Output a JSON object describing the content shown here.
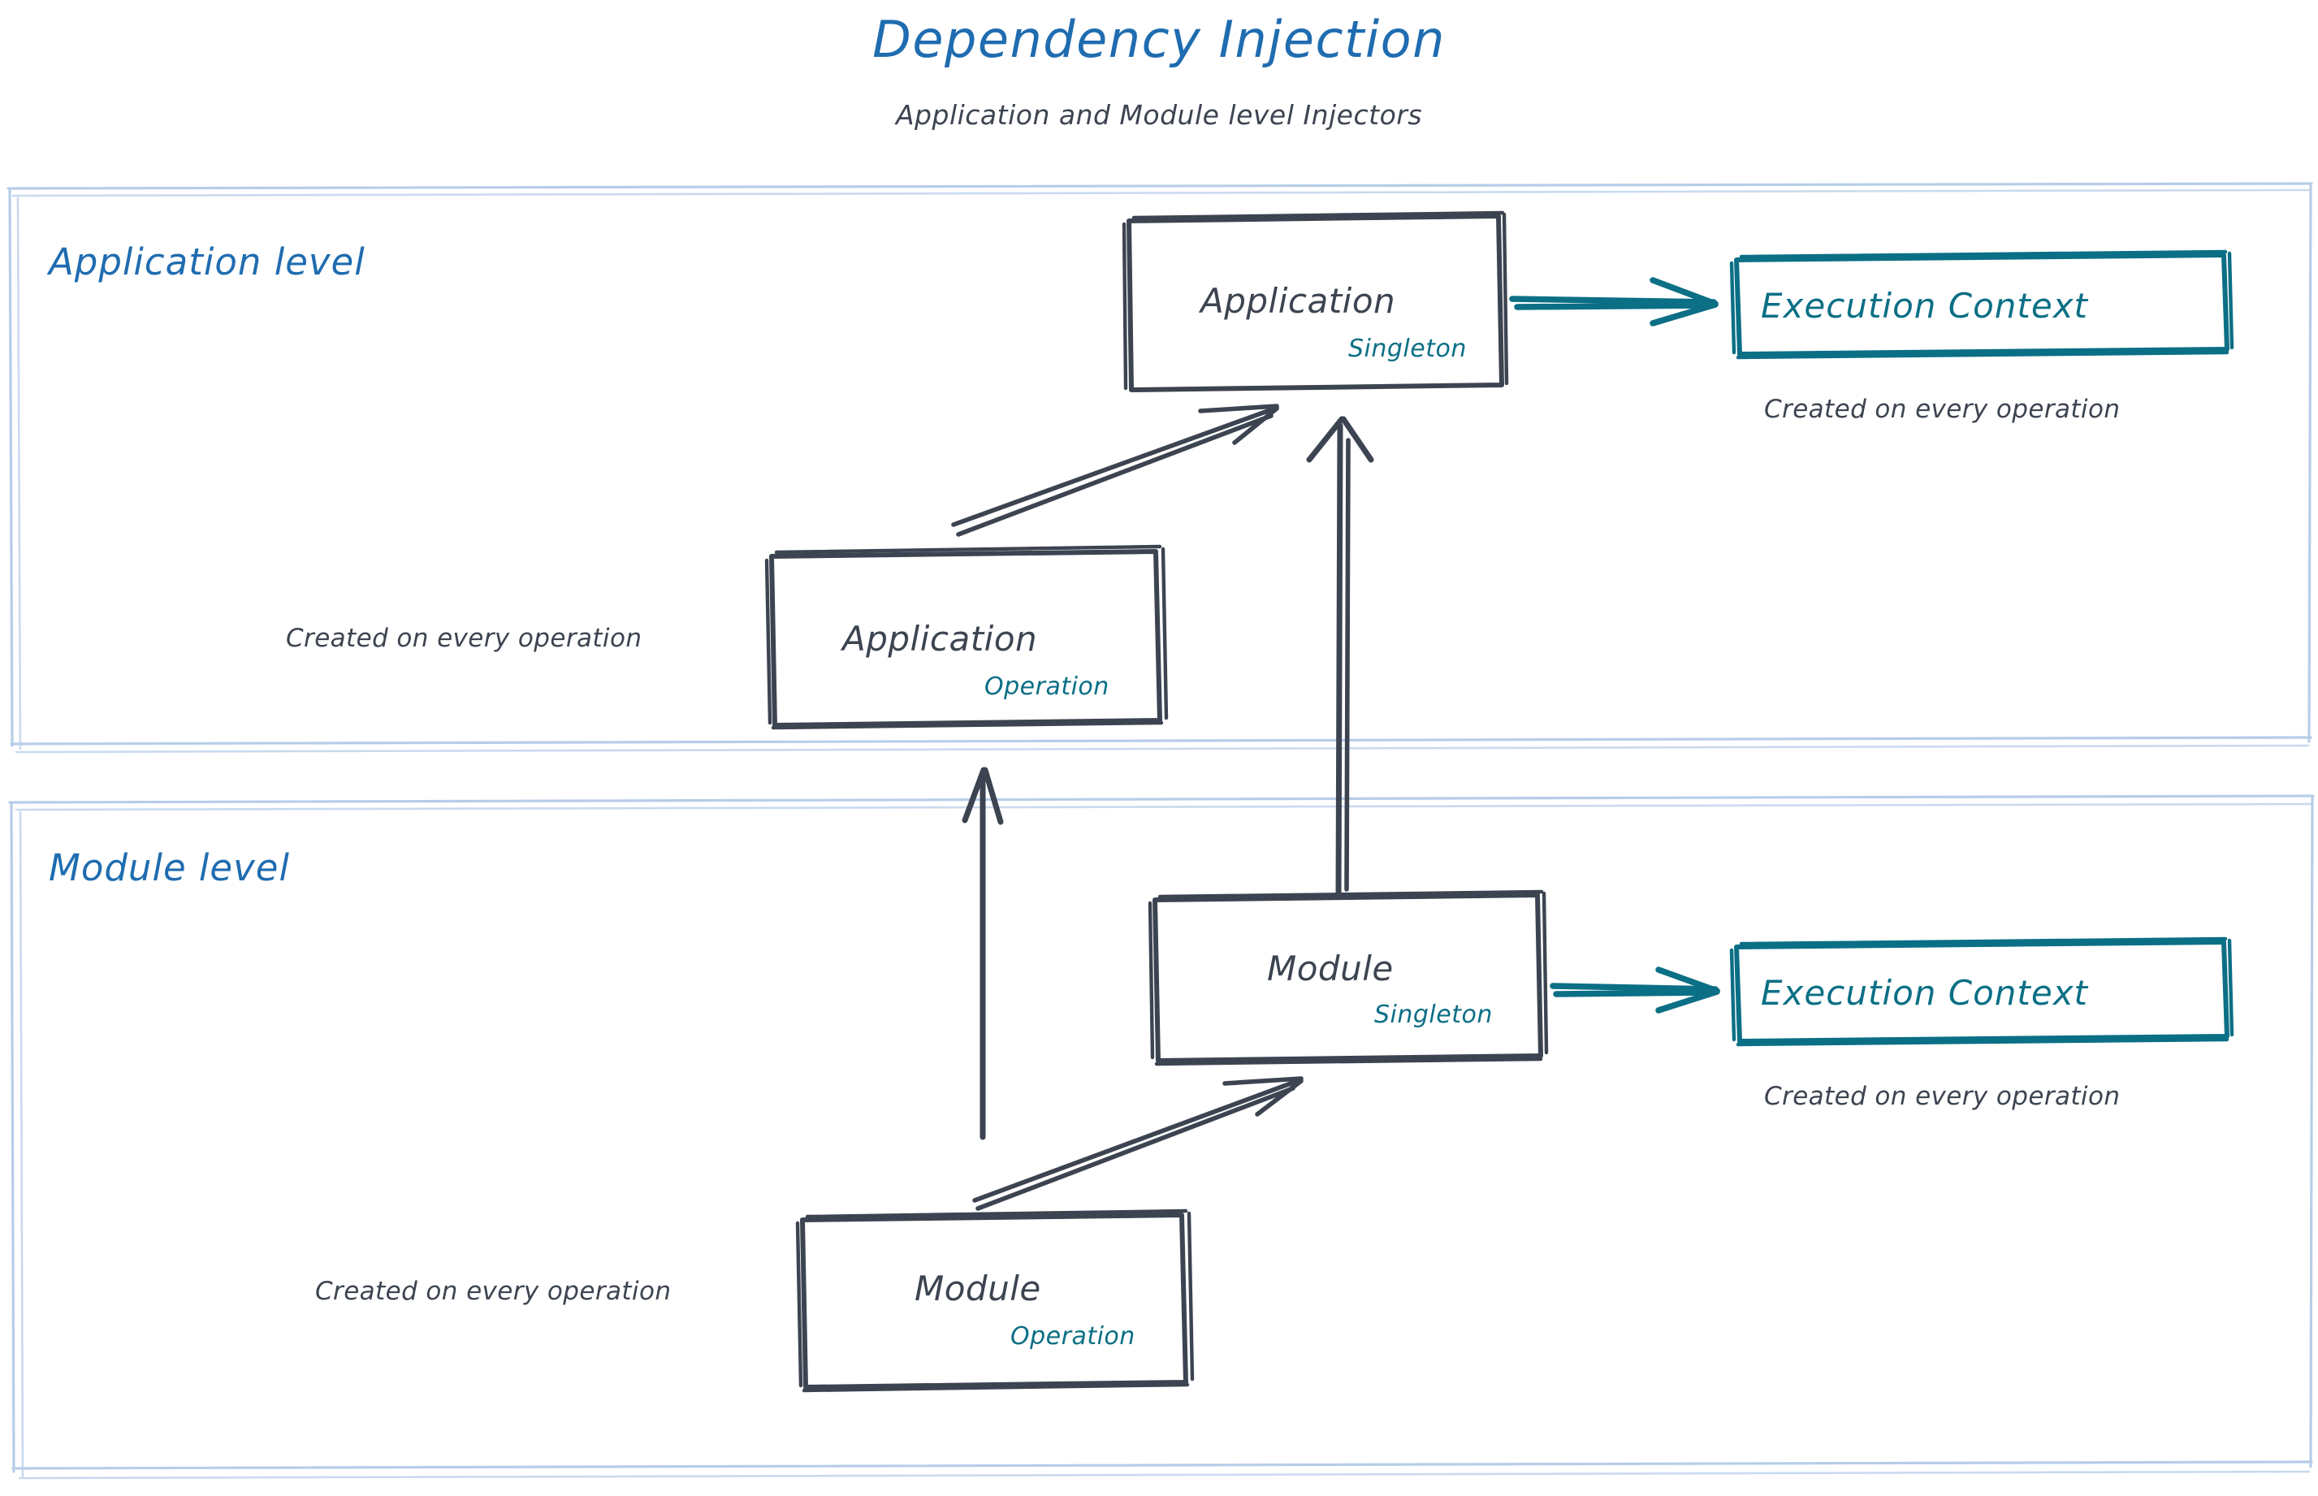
{
  "header": {
    "title": "Dependency Injection",
    "subtitle": "Application and Module level Injectors"
  },
  "colors": {
    "title_blue": "#1f6cb0",
    "container_border": "#b7cde8",
    "node_stroke": "#3d4451",
    "accent_teal": "#0b6f85",
    "text_dark": "#3d4451",
    "background": "#ffffff"
  },
  "containers": [
    {
      "id": "application-level",
      "label": "Application level"
    },
    {
      "id": "module-level",
      "label": "Module level"
    }
  ],
  "nodes": [
    {
      "id": "application-singleton",
      "title": "Application",
      "scope": "Singleton"
    },
    {
      "id": "application-operation",
      "title": "Application",
      "scope": "Operation"
    },
    {
      "id": "module-singleton",
      "title": "Module",
      "scope": "Singleton"
    },
    {
      "id": "module-operation",
      "title": "Module",
      "scope": "Operation"
    }
  ],
  "exec_nodes": [
    {
      "id": "execution-context-application",
      "label": "Execution Context",
      "note": "Created on every operation"
    },
    {
      "id": "execution-context-module",
      "label": "Execution Context",
      "note": "Created on every operation"
    }
  ],
  "notes": {
    "application_operation_note": "Created on every operation",
    "module_operation_note": "Created on every operation"
  },
  "edges": [
    {
      "id": "edge-app-operation-to-app-singleton",
      "from": "application-operation",
      "to": "application-singleton",
      "style": "double-line-arrow",
      "color": "#3d4451"
    },
    {
      "id": "edge-app-singleton-to-exec-context",
      "from": "application-singleton",
      "to": "execution-context-application",
      "style": "arrow",
      "color": "#0b6f85"
    },
    {
      "id": "edge-module-singleton-to-app-singleton",
      "from": "module-singleton",
      "to": "application-singleton",
      "style": "arrow",
      "color": "#3d4451"
    },
    {
      "id": "edge-module-level-to-app-operation",
      "from": "module-level",
      "to": "application-operation",
      "style": "arrow",
      "color": "#3d4451"
    },
    {
      "id": "edge-module-operation-to-module-singleton",
      "from": "module-operation",
      "to": "module-singleton",
      "style": "double-line-arrow",
      "color": "#3d4451"
    },
    {
      "id": "edge-module-singleton-to-exec-context",
      "from": "module-singleton",
      "to": "execution-context-module",
      "style": "arrow",
      "color": "#0b6f85"
    }
  ]
}
